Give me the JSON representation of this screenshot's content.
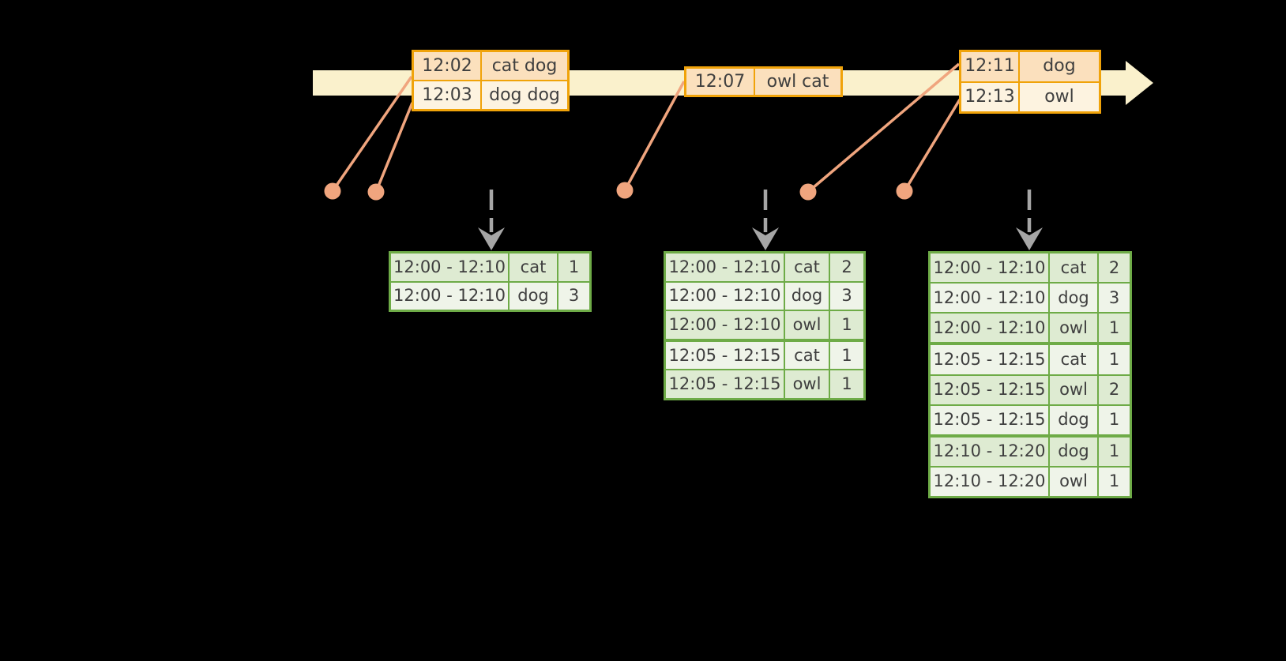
{
  "diagram": {
    "title": "windowed word-count stream diagram",
    "colors": {
      "background": "#000000",
      "timeline_fill": "#FAF1CC",
      "event_table_border": "#F0A30A",
      "event_row_dark": "#FBE0BD",
      "event_row_light": "#FDF3E0",
      "connector": "#F0A57E",
      "trigger_arrow": "#A6A6A6",
      "result_table_border": "#6EAB47",
      "result_row_dark": "#DEEBD2",
      "result_row_light": "#EFF4E9",
      "text": "#3F3F3F"
    },
    "icons": {
      "timeline": "right-arrow",
      "event_marker": "dot",
      "trigger": "dashed-down-arrow"
    }
  },
  "event_tables": [
    {
      "rows": [
        {
          "time": "12:02",
          "words": "cat dog"
        },
        {
          "time": "12:03",
          "words": "dog dog"
        }
      ]
    },
    {
      "rows": [
        {
          "time": "12:07",
          "words": "owl cat"
        }
      ]
    },
    {
      "rows": [
        {
          "time": "12:11",
          "words": "dog"
        },
        {
          "time": "12:13",
          "words": "owl"
        }
      ]
    }
  ],
  "result_tables": [
    {
      "rows": [
        {
          "window": "12:00 - 12:10",
          "word": "cat",
          "count": "1"
        },
        {
          "window": "12:00 - 12:10",
          "word": "dog",
          "count": "3"
        }
      ]
    },
    {
      "rows": [
        {
          "window": "12:00 - 12:10",
          "word": "cat",
          "count": "2"
        },
        {
          "window": "12:00 - 12:10",
          "word": "dog",
          "count": "3"
        },
        {
          "window": "12:00 - 12:10",
          "word": "owl",
          "count": "1"
        },
        {
          "window": "12:05 - 12:15",
          "word": "cat",
          "count": "1"
        },
        {
          "window": "12:05 - 12:15",
          "word": "owl",
          "count": "1"
        }
      ]
    },
    {
      "rows": [
        {
          "window": "12:00 - 12:10",
          "word": "cat",
          "count": "2"
        },
        {
          "window": "12:00 - 12:10",
          "word": "dog",
          "count": "3"
        },
        {
          "window": "12:00 - 12:10",
          "word": "owl",
          "count": "1"
        },
        {
          "window": "12:05 - 12:15",
          "word": "cat",
          "count": "1"
        },
        {
          "window": "12:05 - 12:15",
          "word": "owl",
          "count": "2"
        },
        {
          "window": "12:05 - 12:15",
          "word": "dog",
          "count": "1"
        },
        {
          "window": "12:10 - 12:20",
          "word": "dog",
          "count": "1"
        },
        {
          "window": "12:10 - 12:20",
          "word": "owl",
          "count": "1"
        }
      ]
    }
  ]
}
